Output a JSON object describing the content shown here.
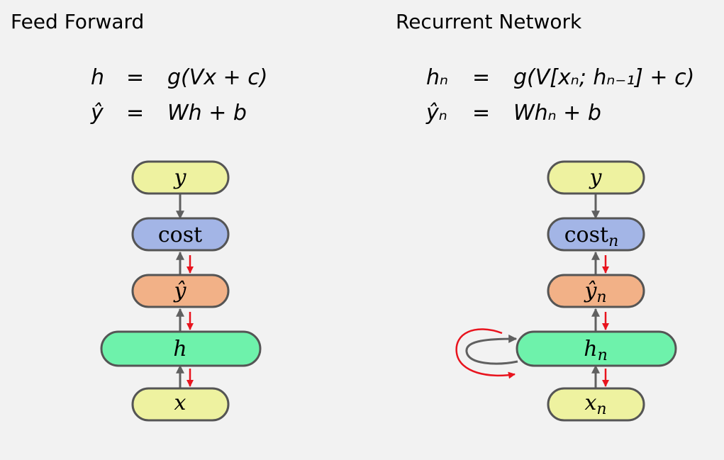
{
  "feed_forward": {
    "title": "Feed Forward",
    "eq1": {
      "lhs": "h",
      "op": "=",
      "rhs": "g(Vx + c)"
    },
    "eq2": {
      "lhs": "ŷ",
      "op": "=",
      "rhs": "Wh + b"
    },
    "nodes": {
      "y": "y",
      "cost": "cost",
      "yhat": "ŷ",
      "h": "h",
      "x": "x"
    }
  },
  "recurrent": {
    "title": "Recurrent Network",
    "eq1": {
      "lhs": "hₙ",
      "op": "=",
      "rhs": "g(V[xₙ; hₙ₋₁] + c)"
    },
    "eq2": {
      "lhs": "ŷₙ",
      "op": "=",
      "rhs": "Whₙ + b"
    },
    "nodes": {
      "y": "y",
      "cost": "cost",
      "cost_sub": "n",
      "yhat": "ŷ",
      "yhat_sub": "n",
      "h": "h",
      "h_sub": "n",
      "x": "x",
      "x_sub": "n"
    }
  },
  "colors": {
    "background": "#f2f2f2",
    "yellow_node": "#eef2a0",
    "blue_node": "#a3b5e6",
    "orange_node": "#f2b187",
    "green_node": "#6ef2ab",
    "node_stroke": "#555555",
    "arrow_gray": "#606060",
    "arrow_red": "#e8141e"
  }
}
